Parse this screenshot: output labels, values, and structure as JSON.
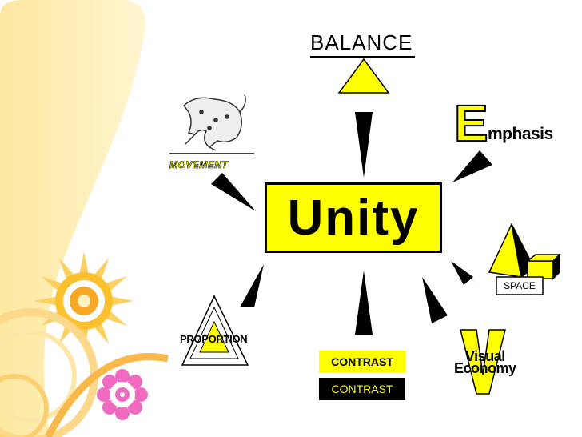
{
  "center": {
    "label": "Unity"
  },
  "nodes": {
    "balance": "BALANCE",
    "emphasis_initial": "E",
    "emphasis_rest": "mphasis",
    "movement": "MOVEMENT",
    "space": "SPACE",
    "proportion": "PROPORTION",
    "contrast_top": "CONTRAST",
    "contrast_bottom": "CONTRAST",
    "visual": "Visual",
    "economy": "Economy"
  },
  "colors": {
    "accent": "#ffff00",
    "ink": "#000000"
  }
}
